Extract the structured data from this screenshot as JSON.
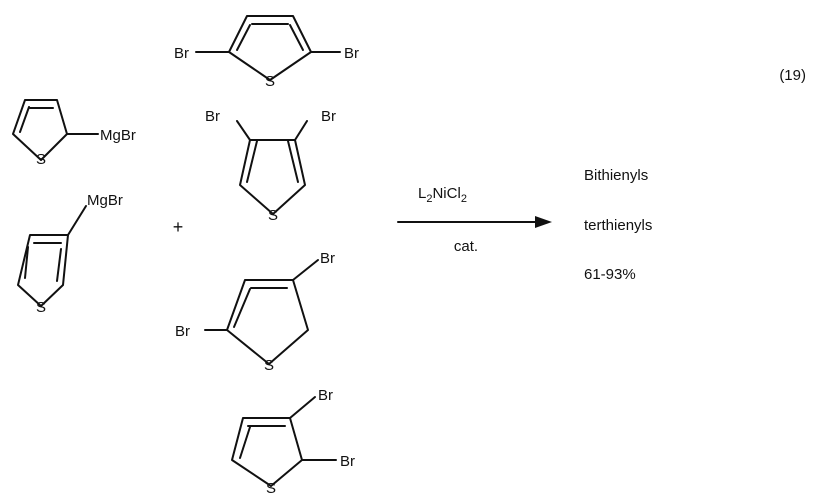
{
  "equation_number": "(19)",
  "plus_sign": "+",
  "reagents": [
    {
      "substituent_label": "MgBr"
    },
    {
      "substituent_label": "MgBr"
    }
  ],
  "partners": [
    {
      "labels": [
        "Br",
        "Br"
      ]
    },
    {
      "labels": [
        "Br",
        "Br"
      ]
    },
    {
      "labels": [
        "Br",
        "Br"
      ]
    },
    {
      "labels": [
        "Br",
        "Br"
      ]
    }
  ],
  "ring_heteroatom": "S",
  "catalyst": {
    "L": "L",
    "L_sub": "2",
    "metal": "NiCl",
    "Cl_sub": "2",
    "note": "cat."
  },
  "products": [
    "Bithienyls",
    "terthienyls",
    "61-93%"
  ]
}
